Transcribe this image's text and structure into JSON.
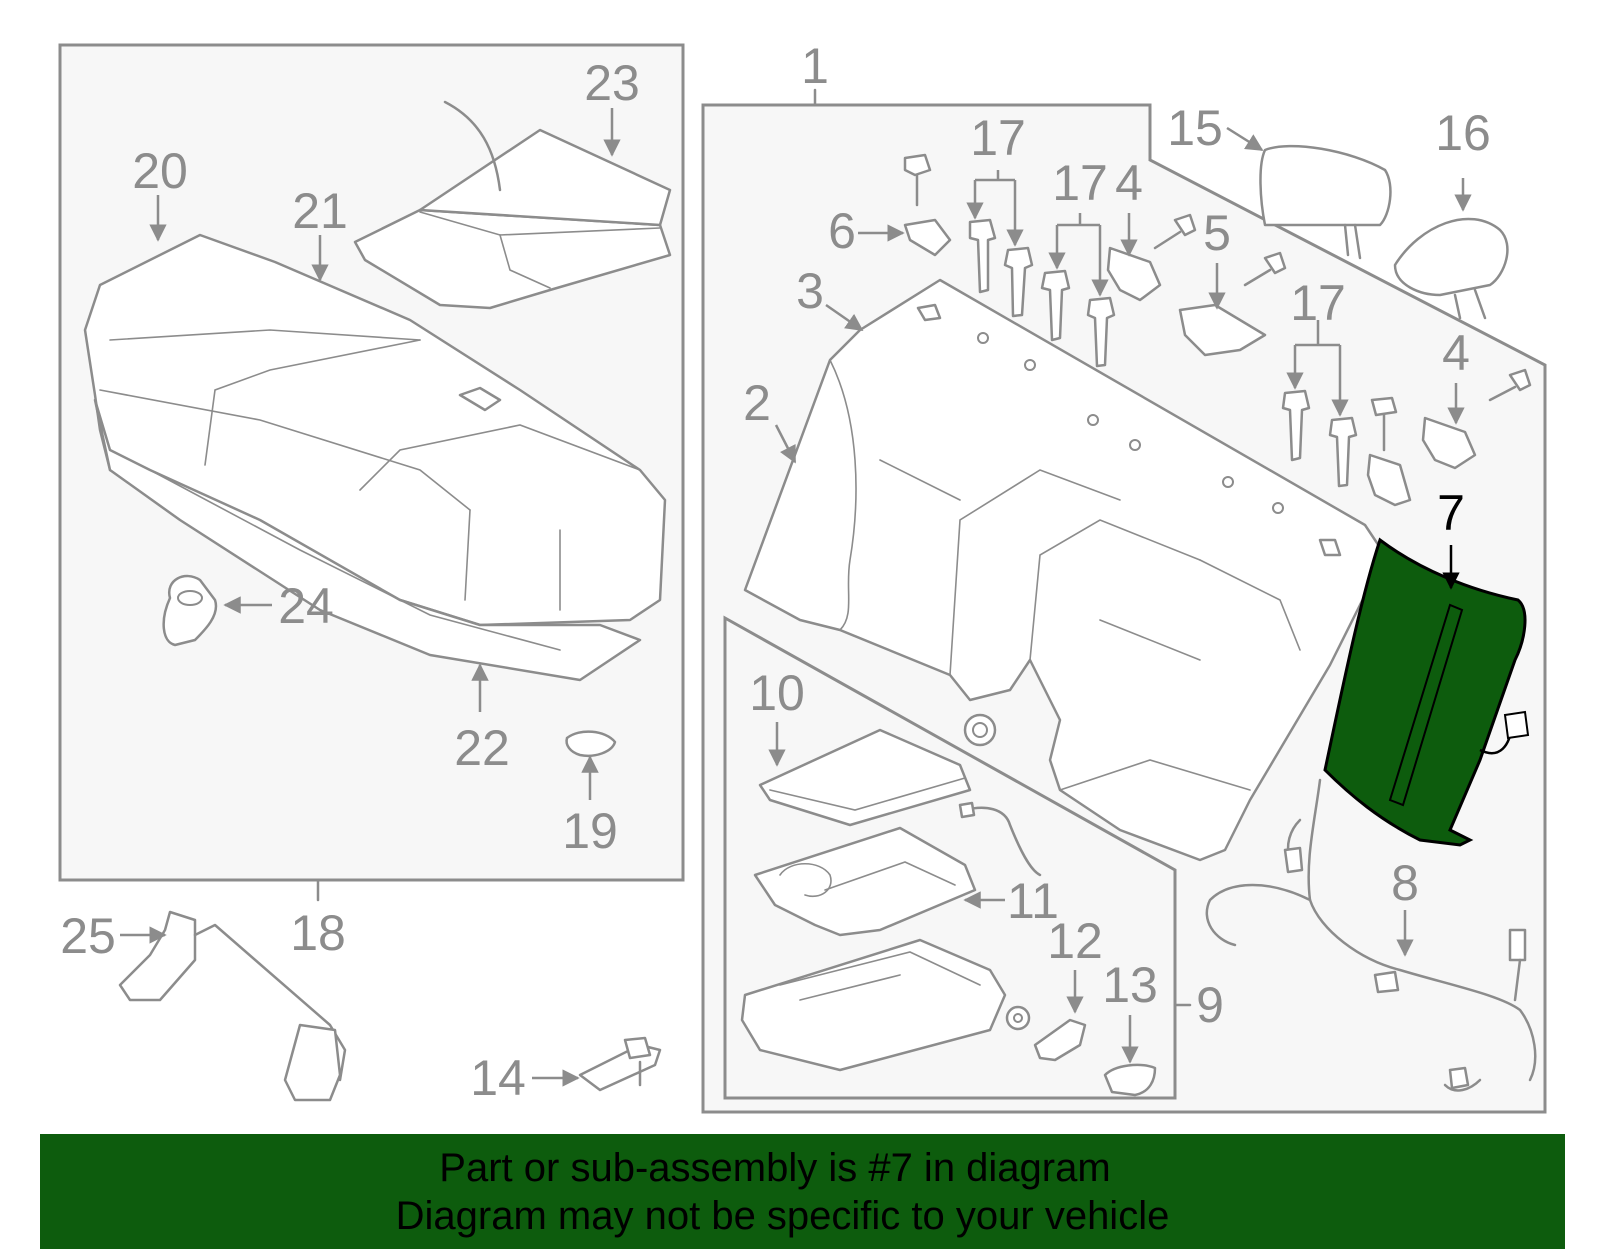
{
  "diagram": {
    "callouts": {
      "c1": "1",
      "c2": "2",
      "c3": "3",
      "c4a": "4",
      "c4b": "4",
      "c5": "5",
      "c6": "6",
      "c7": "7",
      "c8": "8",
      "c9": "9",
      "c10": "10",
      "c11": "11",
      "c12": "12",
      "c13": "13",
      "c14": "14",
      "c15": "15",
      "c16": "16",
      "c17a": "17",
      "c17b": "17",
      "c17c": "17",
      "c18": "18",
      "c19": "19",
      "c20": "20",
      "c21": "21",
      "c22": "22",
      "c23": "23",
      "c24": "24",
      "c25": "25"
    },
    "highlighted_part": "7",
    "colors": {
      "outline": "#8c8c8c",
      "box_fill": "#f7f7f7",
      "highlight_fill": "#0d5c0d",
      "highlight_stroke": "#000000",
      "banner_background": "#0d5c0d",
      "banner_text": "#000000"
    }
  },
  "banner": {
    "line1": "Part or sub-assembly is #7 in diagram",
    "line2": "Diagram may not be specific to your vehicle"
  }
}
